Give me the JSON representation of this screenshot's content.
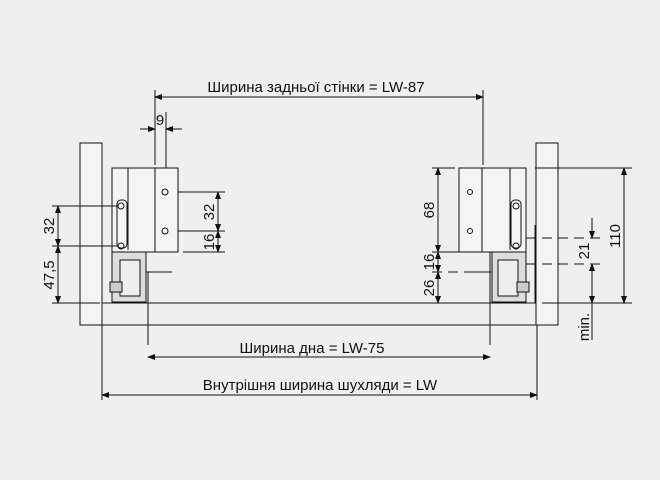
{
  "labels": {
    "back_wall_width": "Ширина задньої стінки = LW-87",
    "bottom_width": "Ширина дна = LW-75",
    "inner_width": "Внутрішня ширина шухляди = LW"
  },
  "dimensions": {
    "offset_9": "9",
    "left_32": "32",
    "left_47_5": "47,5",
    "plate_32": "32",
    "plate_16": "16",
    "right_68": "68",
    "right_16": "16",
    "right_26": "26",
    "right_21": "21",
    "right_110": "110",
    "min": "min."
  }
}
